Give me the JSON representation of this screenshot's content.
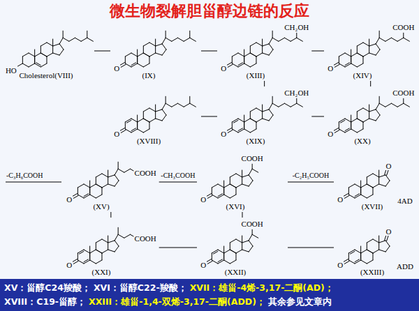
{
  "diagram": {
    "title": "微生物裂解胆甾醇边链的反应",
    "nodes": [
      {
        "text": [
          "HO",
          "Cholesterol(VIII)"
        ]
      },
      {
        "text": [
          "O",
          "(IX)"
        ]
      },
      {
        "text": [
          "O",
          "CH₂OH",
          "(XIII)"
        ]
      },
      {
        "text": [
          "O",
          "COOH",
          "(XIV)"
        ]
      },
      {
        "text": [
          "O",
          "(XVIII)"
        ]
      },
      {
        "text": [
          "O",
          "CH₂OH",
          "(XIX)"
        ]
      },
      {
        "text": [
          "O",
          "COOH",
          "(XX)"
        ]
      },
      {
        "text": [
          "O",
          "COOH",
          "(XV)"
        ]
      },
      {
        "text": [
          "O",
          "COOH",
          "(XVI)"
        ]
      },
      {
        "text": [
          "O",
          "O",
          "(XVII)",
          "4AD"
        ]
      },
      {
        "text": [
          "O",
          "COOH",
          "(XXI)"
        ]
      },
      {
        "text": [
          "O",
          "COOH",
          "(XXII)"
        ]
      },
      {
        "text": [
          "O",
          "O",
          "(XXIII)",
          "ADD"
        ]
      }
    ],
    "edges": [
      {
        "from": 0,
        "to": 1,
        "arrow": "none"
      },
      {
        "from": 1,
        "to": 2,
        "arrow": "none"
      },
      {
        "from": 2,
        "to": 3,
        "arrow": "none"
      },
      {
        "from": 2,
        "to": 5,
        "arrow": "none"
      },
      {
        "from": 3,
        "to": 6,
        "arrow": "none"
      },
      {
        "from": 4,
        "to": 5,
        "arrow": "none"
      },
      {
        "from": 5,
        "to": 6,
        "arrow": "none"
      },
      {
        "from": 7,
        "to": 8,
        "label": "-CH₃COOH",
        "arrow": "none"
      },
      {
        "from": 8,
        "to": 9,
        "label": "-C₂H₅COOH",
        "arrow": "none"
      },
      {
        "from": 7,
        "to": 10,
        "arrow": "none"
      },
      {
        "from": 8,
        "to": 11,
        "arrow": "none"
      },
      {
        "from": 10,
        "to": 11,
        "arrow": "none"
      },
      {
        "from": 11,
        "to": 12,
        "arrow": "none"
      }
    ],
    "labels": [
      "-C₃H₆COOH",
      "XV：甾醇C24羧酸；",
      "XVI：甾醇C22-羧酸；",
      "XVII：雄甾-4烯-3,17-二酮(AD)；",
      "XVIII：C19-甾醇；",
      "XXIII：雄甾-1,4-双烯-3,17-二酮(ADD)；",
      "其余参见文章内"
    ]
  }
}
